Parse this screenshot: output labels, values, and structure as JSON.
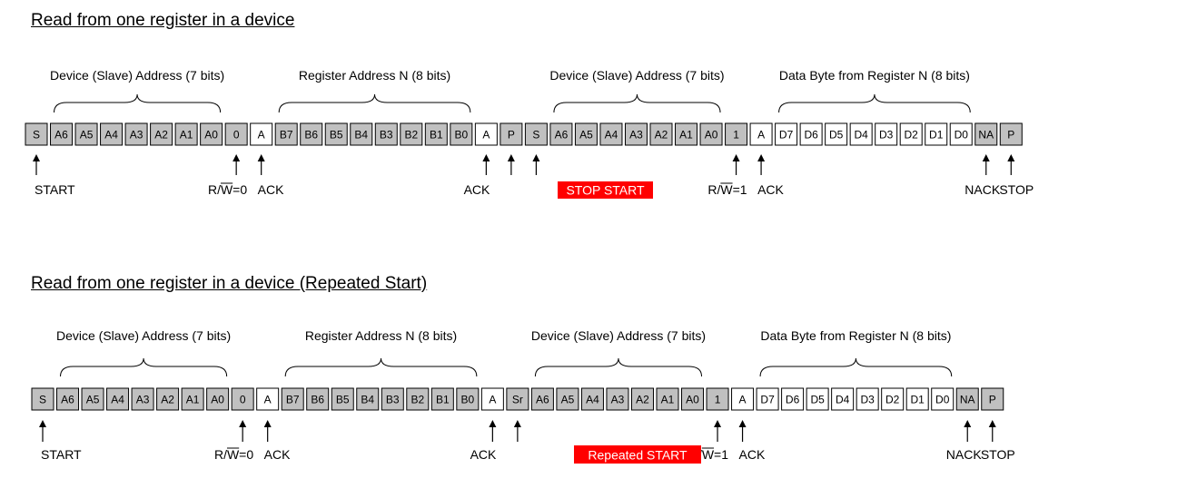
{
  "diagrams": [
    {
      "title": "Read from one register in a device",
      "cells": [
        "S",
        "A6",
        "A5",
        "A4",
        "A3",
        "A2",
        "A1",
        "A0",
        "0",
        "A",
        "B7",
        "B6",
        "B5",
        "B4",
        "B3",
        "B2",
        "B1",
        "B0",
        "A",
        "P",
        "S",
        "A6",
        "A5",
        "A4",
        "A3",
        "A2",
        "A1",
        "A0",
        "1",
        "A",
        "D7",
        "D6",
        "D5",
        "D4",
        "D3",
        "D2",
        "D1",
        "D0",
        "NA",
        "P"
      ],
      "white_cells": [
        9,
        18,
        29,
        30,
        31,
        32,
        33,
        34,
        35,
        36,
        37
      ],
      "braces": [
        {
          "label": "Device (Slave) Address (7 bits)",
          "from": 1,
          "to": 7
        },
        {
          "label": "Register Address N (8 bits)",
          "from": 10,
          "to": 17
        },
        {
          "label": "Device (Slave) Address (7 bits)",
          "from": 21,
          "to": 27
        },
        {
          "label": "Data Byte from Register N (8 bits)",
          "from": 30,
          "to": 37
        }
      ],
      "markers": [
        {
          "cell": 0,
          "label": "START"
        },
        {
          "cell": 8,
          "label": "R/W=0",
          "overline": "W"
        },
        {
          "cell": 9,
          "label": "ACK"
        },
        {
          "cell": 18,
          "label": "ACK"
        },
        {
          "cell": 19,
          "label": ""
        },
        {
          "cell": 20,
          "label": ""
        },
        {
          "cell": 28,
          "label": "R/W=1",
          "overline": "W"
        },
        {
          "cell": 29,
          "label": "ACK"
        },
        {
          "cell": 38,
          "label": "NACK"
        },
        {
          "cell": 39,
          "label": "STOP"
        }
      ],
      "highlight": {
        "label": "STOP START",
        "color": "#ff0000",
        "text_color": "#ffffff"
      }
    },
    {
      "title": "Read from one register in a device (Repeated Start)",
      "cells": [
        "S",
        "A6",
        "A5",
        "A4",
        "A3",
        "A2",
        "A1",
        "A0",
        "0",
        "A",
        "B7",
        "B6",
        "B5",
        "B4",
        "B3",
        "B2",
        "B1",
        "B0",
        "A",
        "Sr",
        "A6",
        "A5",
        "A4",
        "A3",
        "A2",
        "A1",
        "A0",
        "1",
        "A",
        "D7",
        "D6",
        "D5",
        "D4",
        "D3",
        "D2",
        "D1",
        "D0",
        "NA",
        "P"
      ],
      "white_cells": [
        9,
        18,
        28,
        29,
        30,
        31,
        32,
        33,
        34,
        35,
        36
      ],
      "braces": [
        {
          "label": "Device (Slave) Address (7 bits)",
          "from": 1,
          "to": 7
        },
        {
          "label": "Register Address N (8 bits)",
          "from": 10,
          "to": 17
        },
        {
          "label": "Device (Slave) Address (7 bits)",
          "from": 20,
          "to": 26
        },
        {
          "label": "Data Byte from Register N (8 bits)",
          "from": 29,
          "to": 36
        }
      ],
      "markers": [
        {
          "cell": 0,
          "label": "START"
        },
        {
          "cell": 8,
          "label": "R/W=0",
          "overline": "W"
        },
        {
          "cell": 9,
          "label": "ACK"
        },
        {
          "cell": 18,
          "label": "ACK"
        },
        {
          "cell": 19,
          "label": ""
        },
        {
          "cell": 27,
          "label": "R/W=1",
          "overline": "W"
        },
        {
          "cell": 28,
          "label": "ACK"
        },
        {
          "cell": 37,
          "label": "NACK"
        },
        {
          "cell": 38,
          "label": "STOP"
        }
      ],
      "highlight": {
        "label": "Repeated START",
        "color": "#ff0000",
        "text_color": "#ffffff"
      }
    }
  ],
  "colors": {
    "cell_gray": "#c0c0c0",
    "cell_white": "#ffffff"
  }
}
